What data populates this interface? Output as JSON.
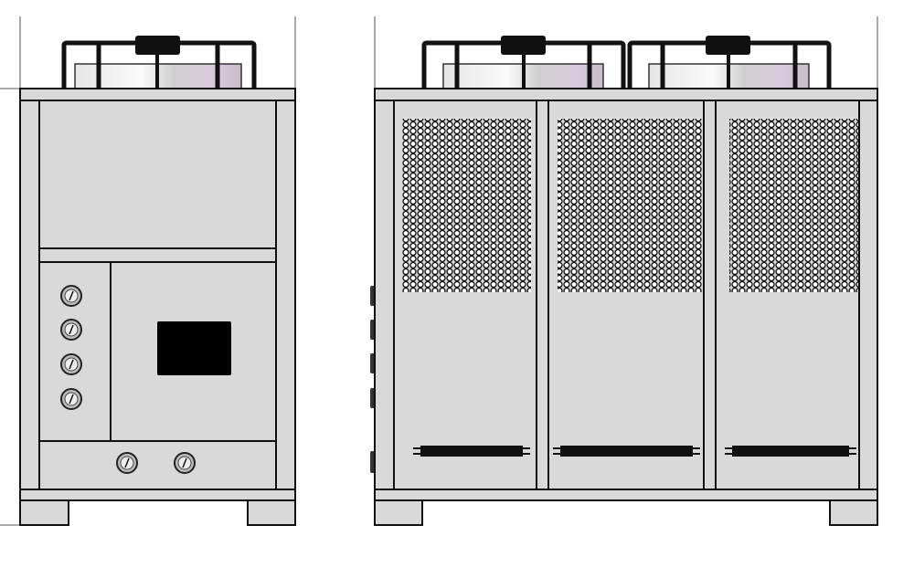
{
  "drawing": {
    "views": [
      "front-view",
      "side-view"
    ],
    "colors": {
      "panel": "#d9d9d9",
      "outline": "#111111",
      "fan_light": "#f2f2f2",
      "fan_tint": "#cfc3d3",
      "screen": "#000000"
    },
    "front_view": {
      "gauges_column": 4,
      "gauges_bottom": 2,
      "fans": 1,
      "display_screen": true
    },
    "side_view": {
      "panels": 3,
      "fans": 2,
      "grilles": 3,
      "handles": 3,
      "side_connectors": 5
    }
  }
}
